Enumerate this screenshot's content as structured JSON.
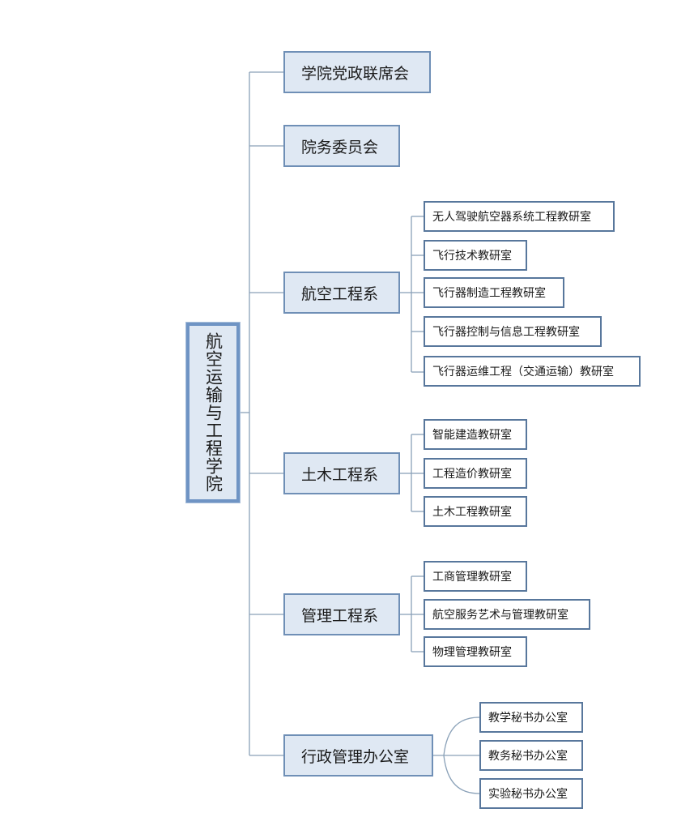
{
  "root": {
    "label": "航空运输与工程学院"
  },
  "units": [
    {
      "label": "学院党政联席会",
      "children": []
    },
    {
      "label": "院务委员会",
      "children": []
    },
    {
      "label": "航空工程系",
      "children": [
        "无人驾驶航空器系统工程教研室",
        "飞行技术教研室",
        "飞行器制造工程教研室",
        "飞行器控制与信息工程教研室",
        "飞行器运维工程（交通运输）教研室"
      ]
    },
    {
      "label": "土木工程系",
      "children": [
        "智能建造教研室",
        "工程造价教研室",
        "土木工程教研室"
      ]
    },
    {
      "label": "管理工程系",
      "children": [
        "工商管理教研室",
        "航空服务艺术与管理教研室",
        "物理管理教研室"
      ]
    },
    {
      "label": "行政管理办公室",
      "children": [
        "教学秘书办公室",
        "教务秘书办公室",
        "实验秘书办公室"
      ]
    }
  ],
  "colors": {
    "node_fill": "#dfe8f3",
    "root_border": "#6f94c4",
    "node_border": "#6f8fb6",
    "leaf_border": "#58779c",
    "connector": "#8aa1b8"
  }
}
